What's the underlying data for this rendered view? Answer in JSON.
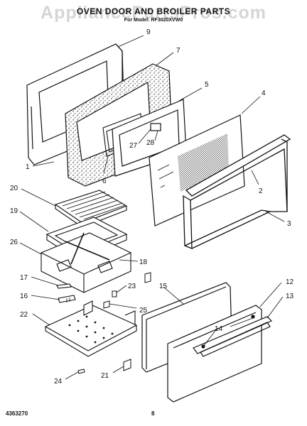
{
  "header": {
    "title": "OVEN DOOR AND BROILER PARTS",
    "subtitle": "For Model: RF3020XVW0",
    "watermark": "AppliancePartsPros.com"
  },
  "callouts": [
    "1",
    "2",
    "3",
    "4",
    "5",
    "6",
    "7",
    "9",
    "12",
    "13",
    "14",
    "15",
    "16",
    "17",
    "18",
    "19",
    "20",
    "21",
    "22",
    "23",
    "24",
    "25",
    "26",
    "27",
    "28"
  ],
  "footer": {
    "part_number": "4363270",
    "page": "8"
  },
  "colors": {
    "line": "#111111",
    "stipple": "#f2f2f2",
    "glass_hatch": "#9a9a9a"
  }
}
